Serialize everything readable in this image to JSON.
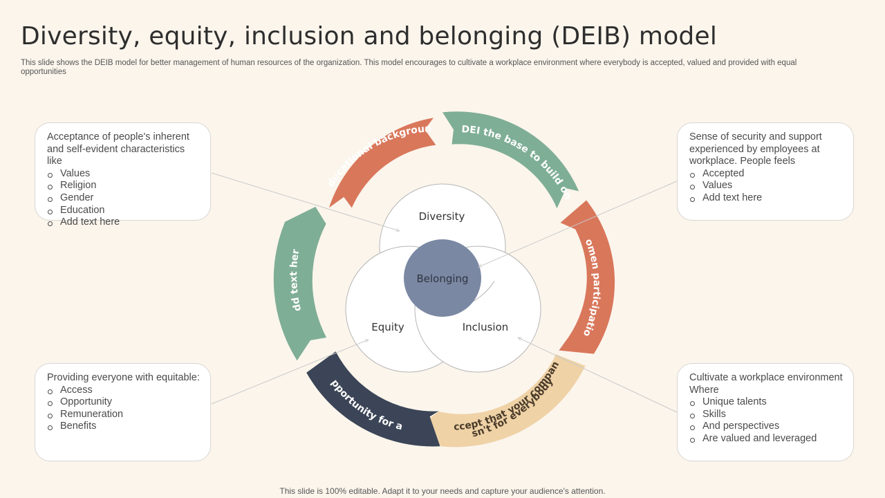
{
  "title": "Diversity, equity, inclusion and belonging (DEIB) model",
  "subtitle": "This slide shows the DEIB model for better management of human resources of the organization. This model encourages to cultivate a workplace environment where everybody is accepted, valued and provided with equal opportunities",
  "footer": "This slide is 100% editable. Adapt it to your needs and capture your audience's attention.",
  "boxes": {
    "top_left": {
      "intro": "Acceptance of people's inherent and self-evident characteristics like",
      "items": [
        "Values",
        "Religion",
        "Gender",
        "Education",
        "Add text here"
      ]
    },
    "top_right": {
      "intro": "Sense of security and support experienced by employees at workplace. People feels",
      "items": [
        "Accepted",
        "Values",
        "Add text here"
      ]
    },
    "bottom_left": {
      "intro": "Providing everyone with equitable:",
      "items": [
        "Access",
        "Opportunity",
        "Remuneration",
        "Benefits"
      ]
    },
    "bottom_right": {
      "intro": "Cultivate a workplace environment Where",
      "items": [
        "Unique talents",
        "Skills",
        "And perspectives",
        "Are valued and leveraged"
      ]
    }
  },
  "venn": {
    "diversity": "Diversity",
    "equity": "Equity",
    "inclusion": "Inclusion",
    "belonging": "Belonging"
  },
  "arrows": {
    "educational": "Educational background",
    "dei_base": "DEI the base to build on",
    "women": "Women participation",
    "accept_line1": "Accept that your company",
    "accept_line2": "isn't for everybody",
    "opportunity": "Opportunity for all",
    "add_text": "Add text here"
  },
  "colors": {
    "background": "#fbf5ec",
    "orange": "#d9775b",
    "green": "#7fae96",
    "navy": "#3b4557",
    "sand": "#efd2a6",
    "belonging_circle": "#7a88a3"
  }
}
